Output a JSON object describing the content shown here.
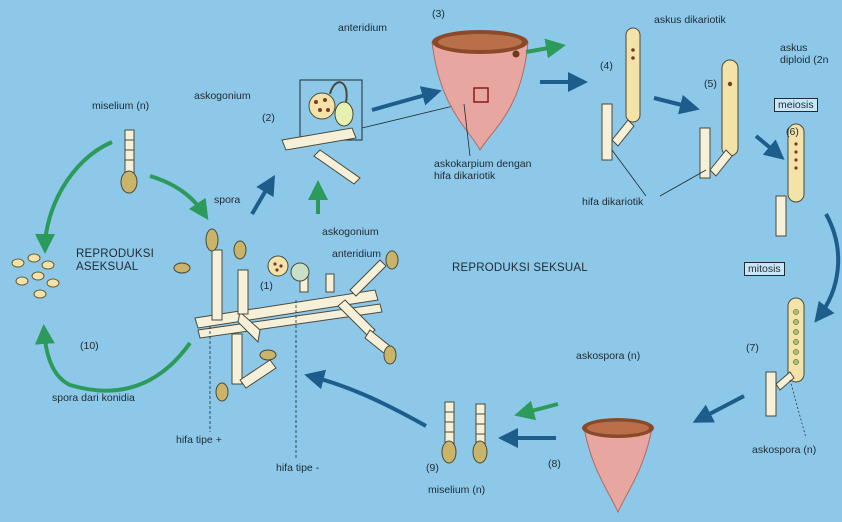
{
  "labels": {
    "miselium_n_top": "miselium (n)",
    "spora": "spora",
    "reproduksi_aseksual": "REPRODUKSI\nASEKSUAL",
    "spora_dari_konidia": "spora dari konidia",
    "askogonium_top": "askogonium",
    "anteridium_top": "anteridium",
    "askokarpium": "askokarpium dengan\nhifa dikariotik",
    "hifa_dikariotik": "hifa dikariotik",
    "askus_dikariotik": "askus dikariotik",
    "askus_diploid": "askus\ndiploid (2n",
    "meiosis": "meiosis",
    "mitosis": "mitosis",
    "askogonium_mid": "askogonium",
    "anteridium_mid": "anteridium",
    "reproduksi_seksual": "REPRODUKSI SEKSUAL",
    "askospora_n_mid": "askospora (n)",
    "askospora_n_right": "askospora (n)",
    "hifa_tipe_plus": "hifa tipe +",
    "hifa_tipe_minus": "hifa tipe -",
    "miselium_n_bottom": "miselium (n)"
  },
  "steps": {
    "s1": "(1)",
    "s2": "(2)",
    "s3": "(3)",
    "s4": "(4)",
    "s5": "(5)",
    "s6": "(6)",
    "s7": "(7)",
    "s8": "(8)",
    "s9": "(9)",
    "s10": "(10)"
  },
  "colors": {
    "background": "#8ec8e8",
    "arrow_blue": "#1d5d8c",
    "arrow_green": "#2c9a5a",
    "ascus_fill": "#f4e3a8",
    "hypha_fill": "#f6f0d8",
    "ascocarp_pink": "#e8a6a0",
    "ascocarp_cap": "#8a4a2a"
  }
}
